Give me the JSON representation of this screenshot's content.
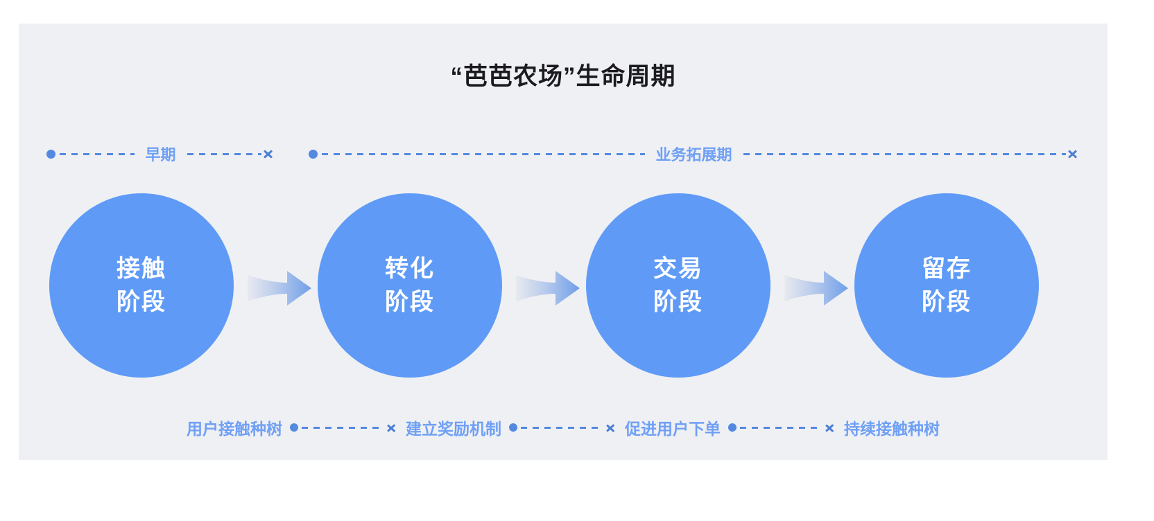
{
  "panel": {
    "background_color": "#eff0f4",
    "title": "“芭芭农场”生命周期"
  },
  "colors": {
    "circle_fill": "#5f9bf6",
    "label_blue": "#6fa0f5",
    "line_blue": "#5389e0",
    "arrow_blue": "#4a7fd4",
    "arrow_gradient_start": "#e8eaee",
    "arrow_gradient_end": "#6f9fe8",
    "title_color": "#1b1b1f"
  },
  "timeline": {
    "segments": [
      {
        "label": "早期",
        "dot_icon": "dot-icon",
        "arrow_icon": "chevron-right-icon"
      },
      {
        "label": "业务拓展期",
        "dot_icon": "dot-icon",
        "arrow_icon": "chevron-right-icon"
      }
    ]
  },
  "stages": [
    {
      "line1": "接触",
      "line2": "阶段"
    },
    {
      "line1": "转化",
      "line2": "阶段"
    },
    {
      "line1": "交易",
      "line2": "阶段"
    },
    {
      "line1": "留存",
      "line2": "阶段"
    }
  ],
  "flow_arrows": [
    {
      "icon": "arrow-right-gradient-icon"
    },
    {
      "icon": "arrow-right-gradient-icon"
    },
    {
      "icon": "arrow-right-gradient-icon"
    }
  ],
  "captions": {
    "labels": [
      "用户接触种树",
      "建立奖励机制",
      "促进用户下单",
      "持续接触种树"
    ],
    "connectors": [
      {
        "dot_icon": "dot-icon",
        "arrow_icon": "chevron-right-icon"
      },
      {
        "dot_icon": "dot-icon",
        "arrow_icon": "chevron-right-icon"
      },
      {
        "dot_icon": "dot-icon",
        "arrow_icon": "chevron-right-icon"
      }
    ]
  }
}
